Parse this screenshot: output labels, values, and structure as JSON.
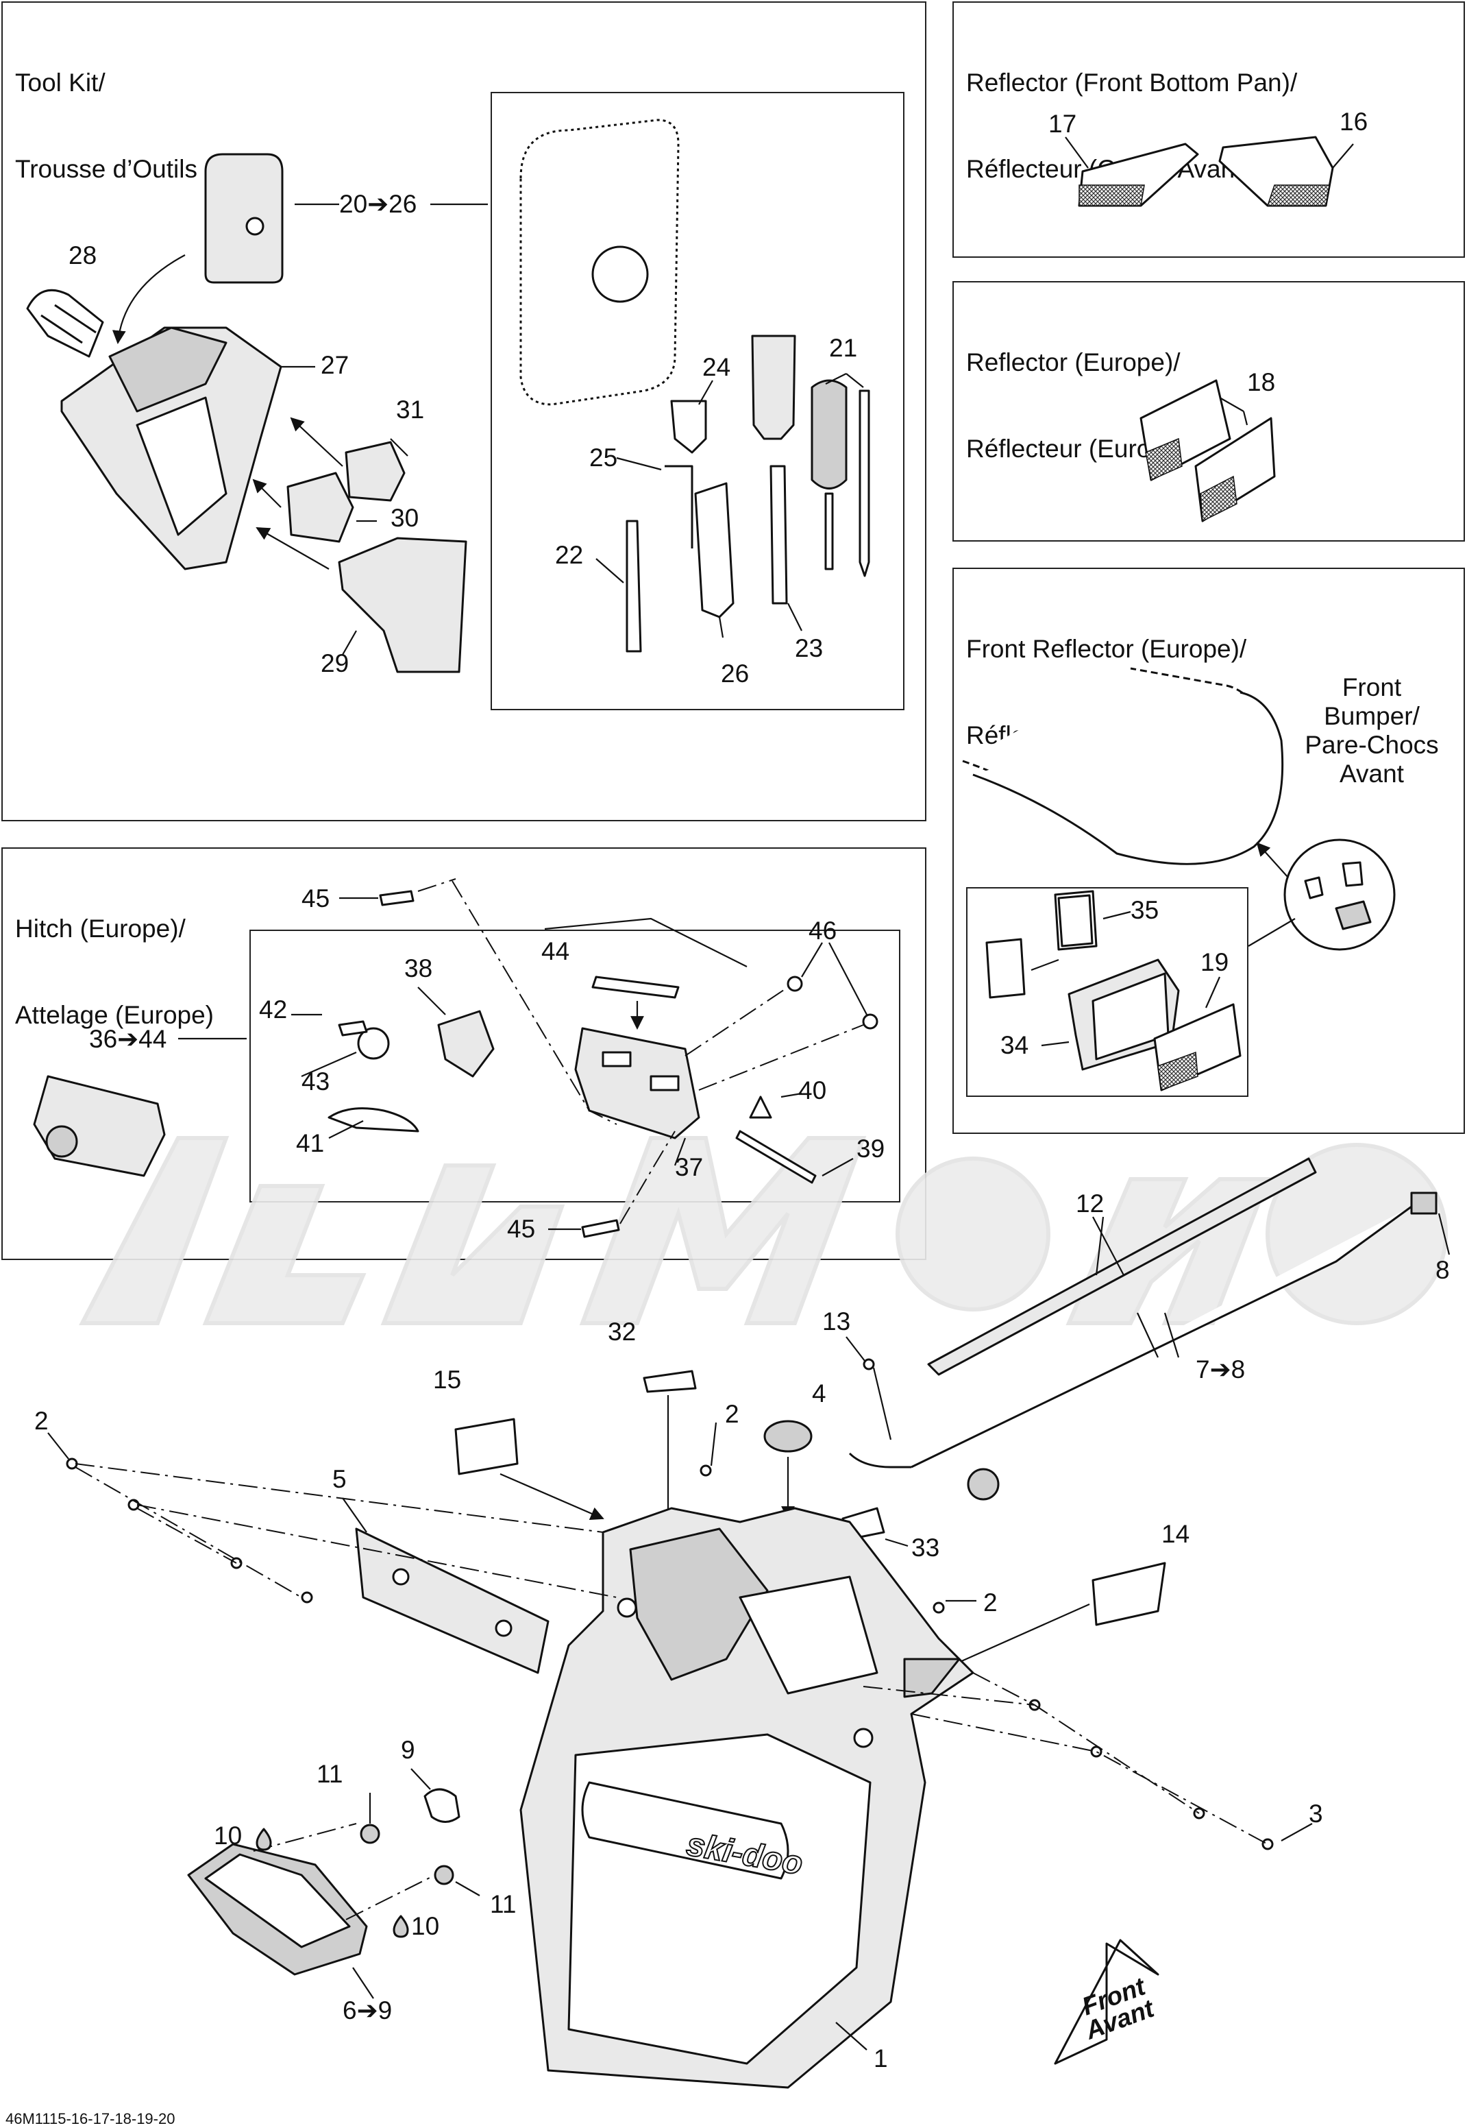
{
  "panels": {
    "tool_kit": {
      "title_line1": "Tool Kit/",
      "title_line2": "Trousse d’Outils"
    },
    "reflector_front_bottom_pan": {
      "title_line1": "Reflector (Front Bottom Pan)/",
      "title_line2": "Réflecteur (Coque Avant)"
    },
    "reflector_europe": {
      "title_line1": "Reflector (Europe)/",
      "title_line2": "Réflecteur (Europe)"
    },
    "front_reflector_europe": {
      "title_line1": "Front Reflector (Europe)/",
      "title_line2": "Réflecteur Avant (Europe)"
    },
    "hitch_europe": {
      "title_line1": "Hitch (Europe)/",
      "title_line2": "Attelage (Europe)"
    }
  },
  "bumper_label": {
    "line1": "Front",
    "line2": "Bumper/",
    "line3": "Pare-Chocs",
    "line4": "Avant"
  },
  "front_arrow": {
    "line1": "Front",
    "line2": "Avant"
  },
  "brand_decal": "ski-doo",
  "callouts": {
    "c20_26": "20➔26",
    "c21": "21",
    "c22": "22",
    "c23": "23",
    "c24": "24",
    "c25": "25",
    "c26": "26",
    "c27": "27",
    "c28": "28",
    "c29": "29",
    "c30": "30",
    "c31": "31",
    "c16": "16",
    "c17": "17",
    "c18": "18",
    "c19": "19",
    "c34": "34",
    "c35": "35",
    "c36_44": "36➔44",
    "c37": "37",
    "c38": "38",
    "c39": "39",
    "c40": "40",
    "c41": "41",
    "c42": "42",
    "c43": "43",
    "c44": "44",
    "c45a": "45",
    "c45b": "45",
    "c46": "46",
    "c1": "1",
    "c2a": "2",
    "c2b": "2",
    "c2c": "2",
    "c3": "3",
    "c4": "4",
    "c5": "5",
    "c6_9": "6➔9",
    "c7_8": "7➔8",
    "c8": "8",
    "c9": "9",
    "c10a": "10",
    "c10b": "10",
    "c11a": "11",
    "c11b": "11",
    "c12": "12",
    "c13": "13",
    "c14": "14",
    "c15": "15",
    "c32": "32",
    "c33": "33"
  },
  "drawing_code": "46M1115-16-17-18-19-20",
  "icons": [
    "arrow-right-icon",
    "drop-icon",
    "anchor-icon"
  ],
  "colors": {
    "line": "#111111",
    "background": "#ffffff",
    "watermark": "#ececec"
  }
}
